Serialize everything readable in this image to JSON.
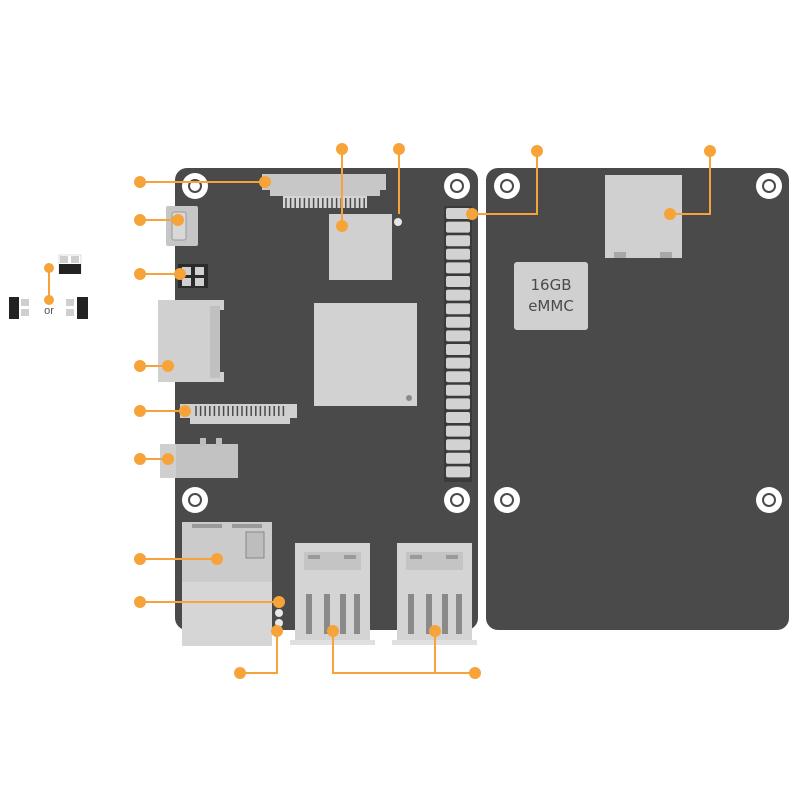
{
  "colors": {
    "board": "#4a4a4a",
    "component": "#d0d0d0",
    "component_dark": "#b8b8b8",
    "callout": "#f6a43a",
    "background": "#ffffff"
  },
  "emmc_label": {
    "line1": "16GB",
    "line2": "eMMC"
  },
  "jumper_legend": {
    "or_text": "or"
  },
  "callouts": [
    "display-connector",
    "micro-usb-power",
    "jumper-header",
    "microsd-slot",
    "camera-connector",
    "audio-jack",
    "hdmi-port",
    "power-led",
    "activity-led",
    "usb-ports",
    "cpu-ram",
    "gpio-header",
    "emmc-storage",
    "wifi-bt-module"
  ]
}
